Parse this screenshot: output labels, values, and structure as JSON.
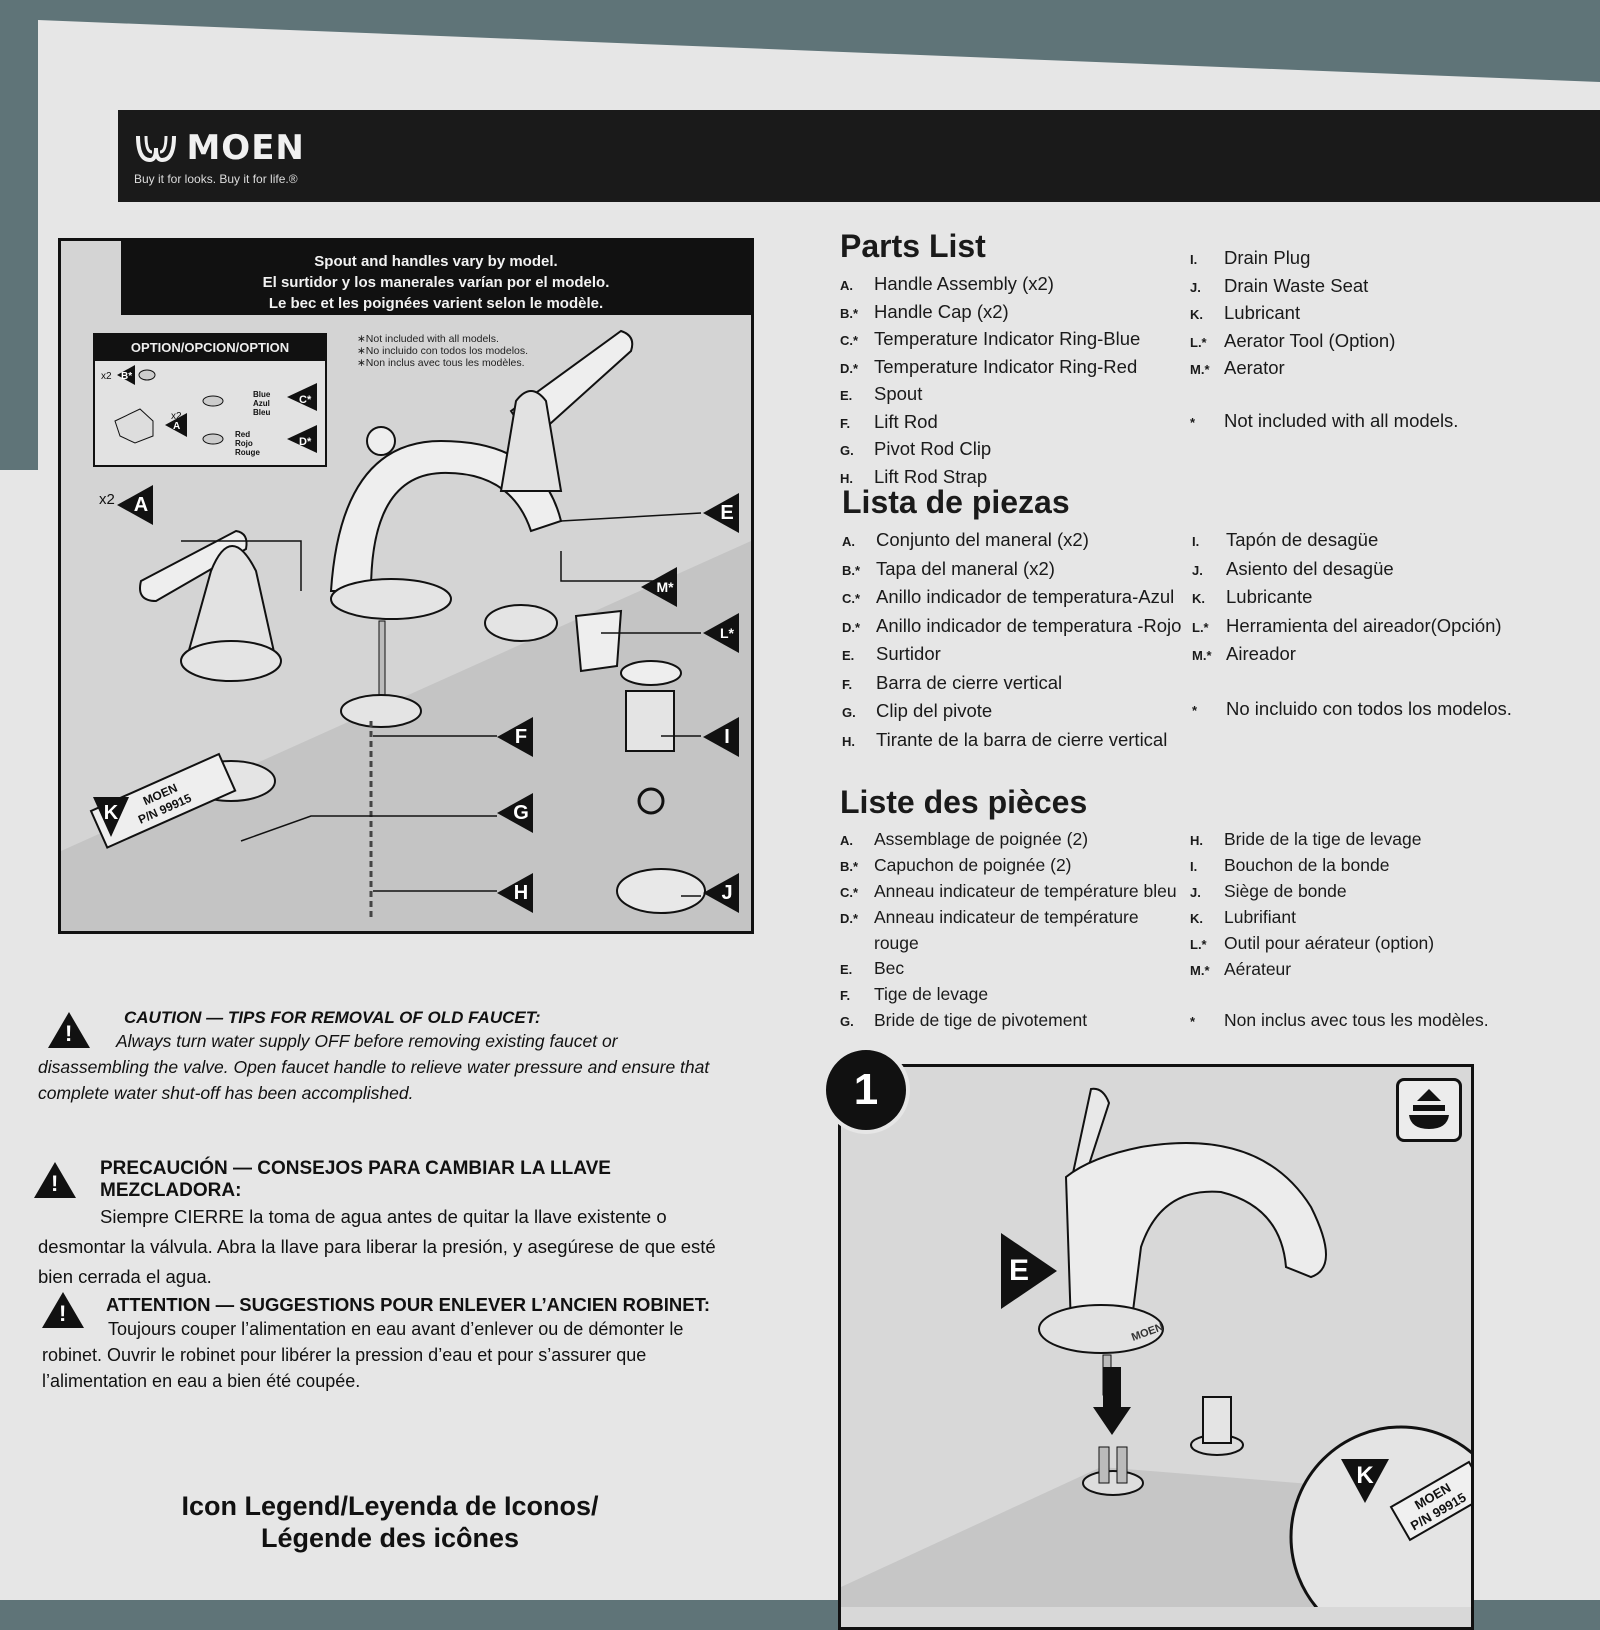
{
  "header": {
    "brand": "MOEN",
    "tagline": "Buy it for looks. Buy it for life.®"
  },
  "diagram": {
    "caption": [
      "Spout and handles vary by model.",
      "El surtidor y los manerales varían por el modelo.",
      "Le bec et les poignées varient selon le modèle."
    ],
    "option_title": "OPTION/OPCION/OPTION",
    "option_labels": {
      "x2_b": "x2",
      "blue": [
        "Blue",
        "Azul",
        "Bleu"
      ],
      "red": [
        "Red",
        "Rojo",
        "Rouge"
      ],
      "x2_a": "x2"
    },
    "not_included": [
      "∗Not included with all models.",
      "∗No incluido con todos los modelos.",
      "∗Non inclus avec tous les modèles."
    ],
    "callouts": [
      "A",
      "B*",
      "C*",
      "D*",
      "E",
      "M*",
      "L*",
      "F",
      "I",
      "G",
      "H",
      "J",
      "K"
    ],
    "x2_label": "x2",
    "lubricant_label": [
      "MOEN",
      "P/N 99915"
    ]
  },
  "parts_en": {
    "title": "Parts List",
    "left": [
      {
        "k": "A.",
        "t": "Handle Assembly (x2)"
      },
      {
        "k": "B.*",
        "t": "Handle Cap (x2)"
      },
      {
        "k": "C.*",
        "t": "Temperature Indicator Ring-Blue"
      },
      {
        "k": "D.*",
        "t": "Temperature Indicator Ring-Red"
      },
      {
        "k": "E.",
        "t": "Spout"
      },
      {
        "k": "F.",
        "t": "Lift Rod"
      },
      {
        "k": "G.",
        "t": "Pivot Rod Clip"
      },
      {
        "k": "H.",
        "t": "Lift Rod Strap"
      }
    ],
    "right": [
      {
        "k": "I.",
        "t": "Drain Plug"
      },
      {
        "k": "J.",
        "t": "Drain Waste Seat"
      },
      {
        "k": "K.",
        "t": "Lubricant"
      },
      {
        "k": "L.*",
        "t": "Aerator Tool (Option)"
      },
      {
        "k": "M.*",
        "t": "Aerator"
      },
      {
        "k": "",
        "t": ""
      },
      {
        "k": "*",
        "t": "Not included with all models."
      }
    ]
  },
  "parts_es": {
    "title": "Lista de piezas",
    "left": [
      {
        "k": "A.",
        "t": "Conjunto del maneral (x2)"
      },
      {
        "k": "B.*",
        "t": "Tapa del maneral (x2)"
      },
      {
        "k": "C.*",
        "t": "Anillo indicador de temperatura-Azul"
      },
      {
        "k": "D.*",
        "t": "Anillo indicador de temperatura -Rojo"
      },
      {
        "k": "E.",
        "t": "Surtidor"
      },
      {
        "k": "F.",
        "t": "Barra de cierre vertical"
      },
      {
        "k": "G.",
        "t": "Clip del pivote"
      },
      {
        "k": "H.",
        "t": "Tirante de la barra de cierre vertical"
      }
    ],
    "right": [
      {
        "k": "I.",
        "t": "Tapón de desagüe"
      },
      {
        "k": "J.",
        "t": "Asiento del desagüe"
      },
      {
        "k": "K.",
        "t": "Lubricante"
      },
      {
        "k": "L.*",
        "t": "Herramienta del aireador(Opción)"
      },
      {
        "k": "M.*",
        "t": "Aireador"
      },
      {
        "k": "",
        "t": ""
      },
      {
        "k": "*",
        "t": "No incluido con todos los modelos."
      }
    ]
  },
  "parts_fr": {
    "title": "Liste des pièces",
    "left": [
      {
        "k": "A.",
        "t": "Assemblage de poignée (2)"
      },
      {
        "k": "B.*",
        "t": "Capuchon de poignée (2)"
      },
      {
        "k": "C.*",
        "t": "Anneau indicateur de température bleu"
      },
      {
        "k": "D.*",
        "t": "Anneau indicateur de température"
      },
      {
        "k": "",
        "t": "rouge"
      },
      {
        "k": "E.",
        "t": "Bec"
      },
      {
        "k": "F.",
        "t": "Tige de levage"
      },
      {
        "k": "G.",
        "t": "Bride de tige de pivotement"
      }
    ],
    "right": [
      {
        "k": "H.",
        "t": "Bride de la tige de levage"
      },
      {
        "k": "I.",
        "t": "Bouchon de la bonde"
      },
      {
        "k": "J.",
        "t": "Siège de bonde"
      },
      {
        "k": "K.",
        "t": "Lubrifiant"
      },
      {
        "k": "L.*",
        "t": "Outil pour aérateur (option)"
      },
      {
        "k": "M.*",
        "t": "Aérateur"
      },
      {
        "k": "",
        "t": ""
      },
      {
        "k": "*",
        "t": "Non inclus avec tous les modèles."
      }
    ]
  },
  "cautions": {
    "en": {
      "title": "CAUTION — TIPS FOR REMOVAL OF OLD FAUCET:",
      "body": "Always turn water supply OFF before removing existing faucet or disassembling the valve. Open faucet handle to relieve water pressure and ensure that complete water shut-off has been accomplished."
    },
    "es": {
      "title": "PRECAUCIÓN — CONSEJOS PARA CAMBIAR LA LLAVE MEZCLADORA:",
      "body": "Siempre CIERRE la toma de agua antes de quitar la llave existente o desmontar la válvula. Abra la llave para liberar la presión, y asegúrese de que esté bien cerrada el agua."
    },
    "fr": {
      "title": "ATTENTION — SUGGESTIONS POUR ENLEVER L’ANCIEN ROBINET:",
      "body": "Toujours couper l’alimentation en eau avant d’enlever ou de démonter le robinet. Ouvrir le robinet pour libérer la pression d’eau et pour s’assurer que l’alimentation en eau a bien été coupée."
    }
  },
  "legend": {
    "line1": "Icon Legend/Leyenda de Iconos/",
    "line2": "Légende des icônes"
  },
  "step1": {
    "number": "1",
    "callout_e": "E",
    "callout_k": "K",
    "lubricant": [
      "MOEN",
      "P/N 99915"
    ]
  }
}
